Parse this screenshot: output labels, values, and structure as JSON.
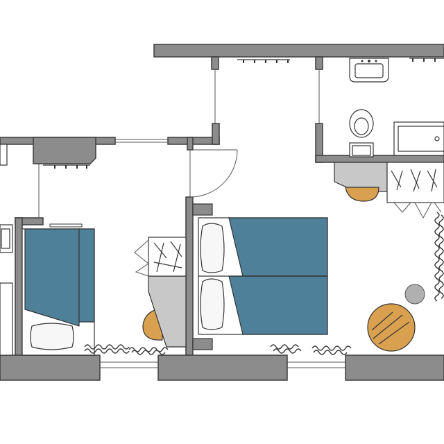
{
  "plan": {
    "colors": {
      "wall": "#8c8c8c",
      "wall_stroke": "#3d3d3d",
      "duvet": "#4e8199",
      "wood": "#d9a050",
      "cabinet_light": "#c8c8c8",
      "pillow": "#f7f7f7",
      "background": "#ffffff"
    },
    "elements": [
      "outer-walls",
      "bathroom",
      "washbasin",
      "toilet",
      "shower-tray",
      "double-bed",
      "single-bed",
      "wardrobe",
      "chairs",
      "side-table",
      "curtains",
      "windows",
      "doors"
    ]
  }
}
